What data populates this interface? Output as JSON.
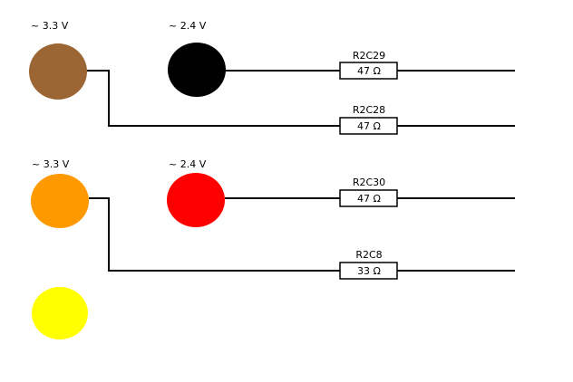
{
  "voltage_labels": [
    "~ 3.3 V",
    "~ 2.4 V",
    "~ 3.3 V",
    "~ 2.4 V"
  ],
  "resistors": [
    {
      "name": "R2C29",
      "value": "47 Ω"
    },
    {
      "name": "R2C28",
      "value": "47 Ω"
    },
    {
      "name": "R2C30",
      "value": "47 Ω"
    },
    {
      "name": "R2C8",
      "value": "33 Ω"
    }
  ],
  "led_colors": {
    "brown": "#9b6534",
    "black": "#000000",
    "orange": "#ff9900",
    "red": "#ff0000",
    "yellow": "#ffff00"
  }
}
